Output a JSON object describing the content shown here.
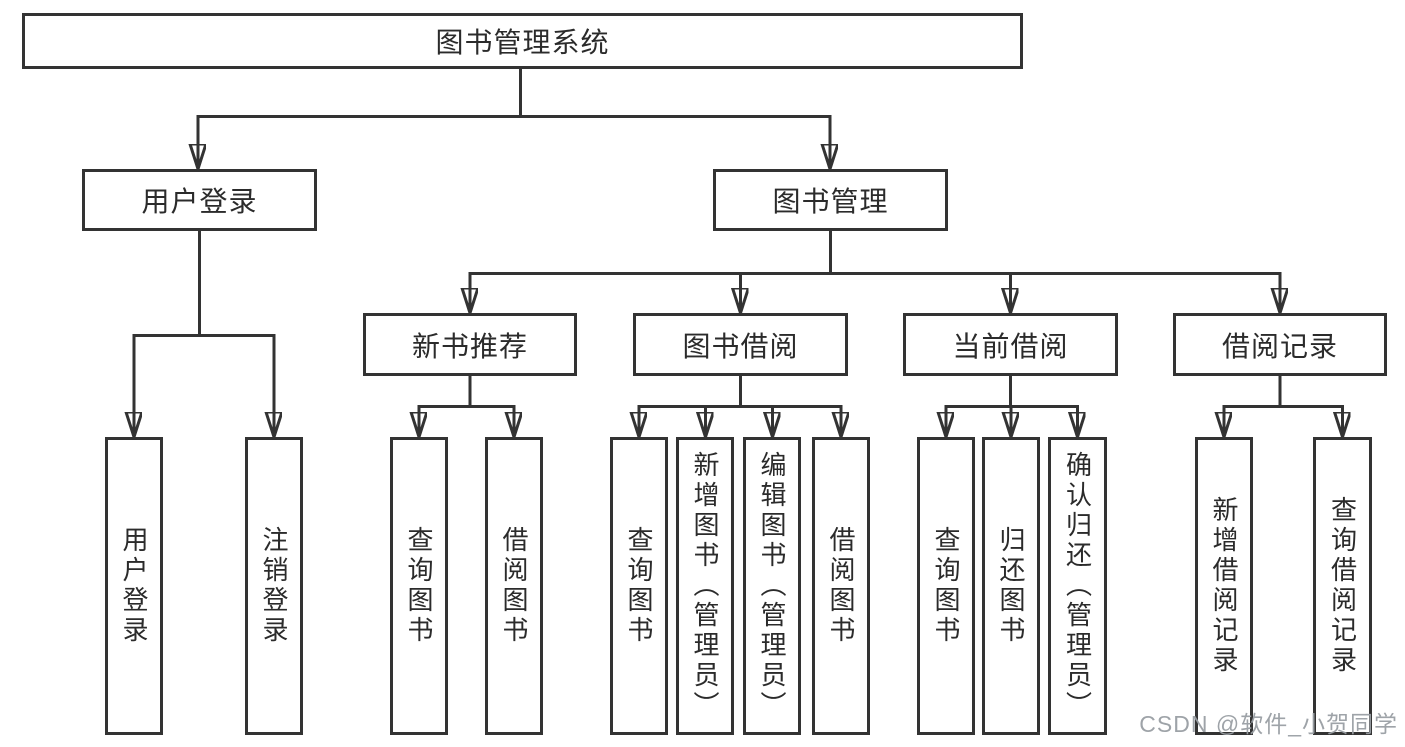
{
  "diagram_type": "hierarchy-tree",
  "colors": {
    "line": "#333333",
    "box_border": "#333333",
    "box_fill": "#ffffff",
    "text": "#2b2b2b",
    "watermark": "#999ea3"
  },
  "tree": {
    "label": "图书管理系统",
    "children": [
      {
        "label": "用户登录",
        "children": [
          {
            "label": "用户登录"
          },
          {
            "label": "注销登录"
          }
        ]
      },
      {
        "label": "图书管理",
        "children": [
          {
            "label": "新书推荐",
            "children": [
              {
                "label": "查询图书"
              },
              {
                "label": "借阅图书"
              }
            ]
          },
          {
            "label": "图书借阅",
            "children": [
              {
                "label": "查询图书"
              },
              {
                "label": "新增图书（管理员）"
              },
              {
                "label": "编辑图书（管理员）"
              },
              {
                "label": "借阅图书"
              }
            ]
          },
          {
            "label": "当前借阅",
            "children": [
              {
                "label": "查询图书"
              },
              {
                "label": "归还图书"
              },
              {
                "label": "确认归还（管理员）"
              }
            ]
          },
          {
            "label": "借阅记录",
            "children": [
              {
                "label": "新增借阅记录"
              },
              {
                "label": "查询借阅记录"
              }
            ]
          }
        ]
      }
    ]
  },
  "watermark": {
    "text": "CSDN @软件_小贺同学"
  }
}
